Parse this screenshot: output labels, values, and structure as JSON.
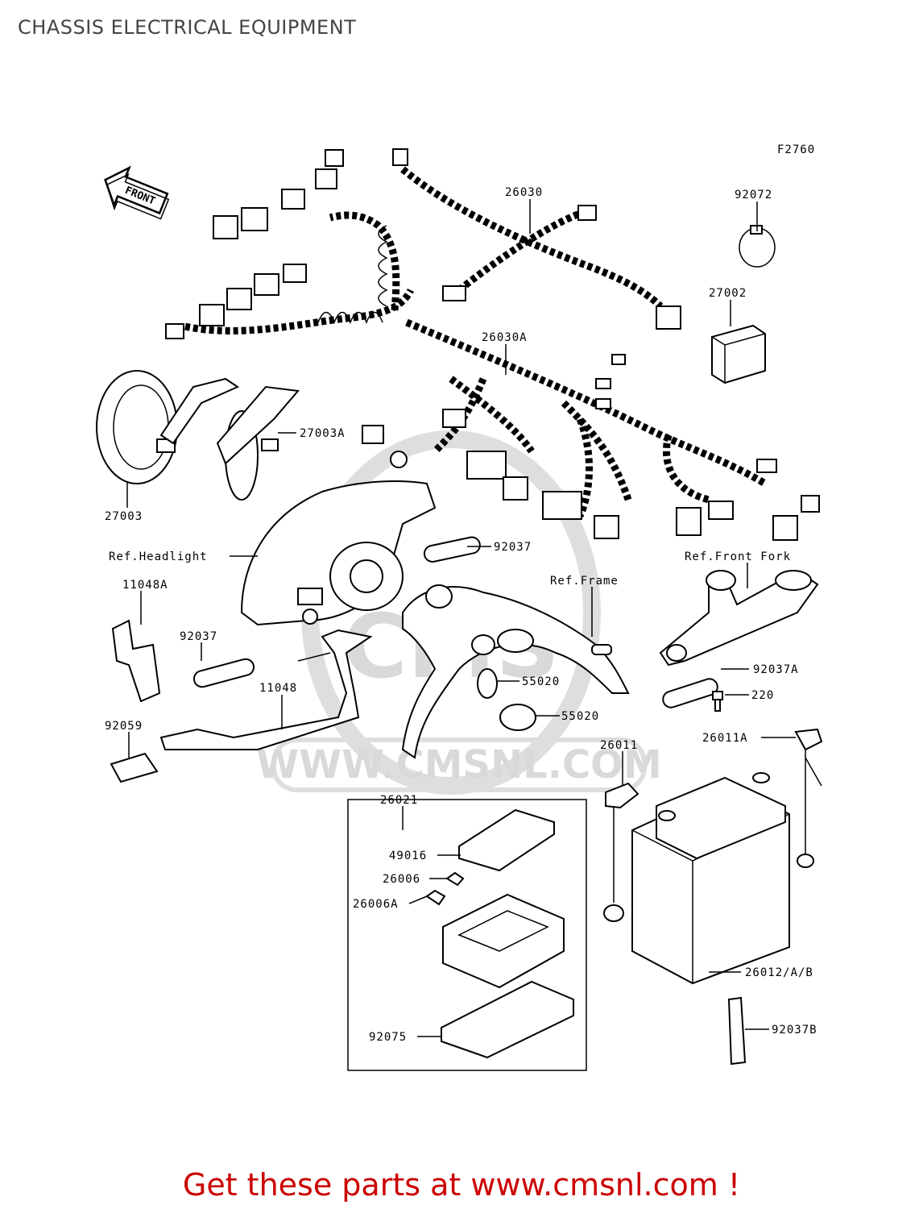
{
  "title": "CHASSIS ELECTRICAL EQUIPMENT",
  "figure_code": "F2760",
  "front_label": "FRONT",
  "watermark": {
    "brand": "CMS",
    "url": "WWW.CMSNL.COM"
  },
  "labels": {
    "p26030": "26030",
    "p92072": "92072",
    "p27002": "27002",
    "p26030A": "26030A",
    "p27003A": "27003A",
    "p27003": "27003",
    "ref_headlight": "Ref.Headlight",
    "p92037_top": "92037",
    "ref_front_fork": "Ref.Front Fork",
    "p11048A": "11048A",
    "ref_frame": "Ref.Frame",
    "p92037_mid": "92037",
    "p92037A": "92037A",
    "p11048": "11048",
    "p55020_a": "55020",
    "p220": "220",
    "p92059": "92059",
    "p55020_b": "55020",
    "p26011A": "26011A",
    "p26011": "26011",
    "p26021": "26021",
    "p49016": "49016",
    "p26006": "26006",
    "p26006A": "26006A",
    "p26012": "26012/A/B",
    "p92075": "92075",
    "p92037B": "92037B"
  },
  "footer": "Get these parts at www.cmsnl.com !"
}
